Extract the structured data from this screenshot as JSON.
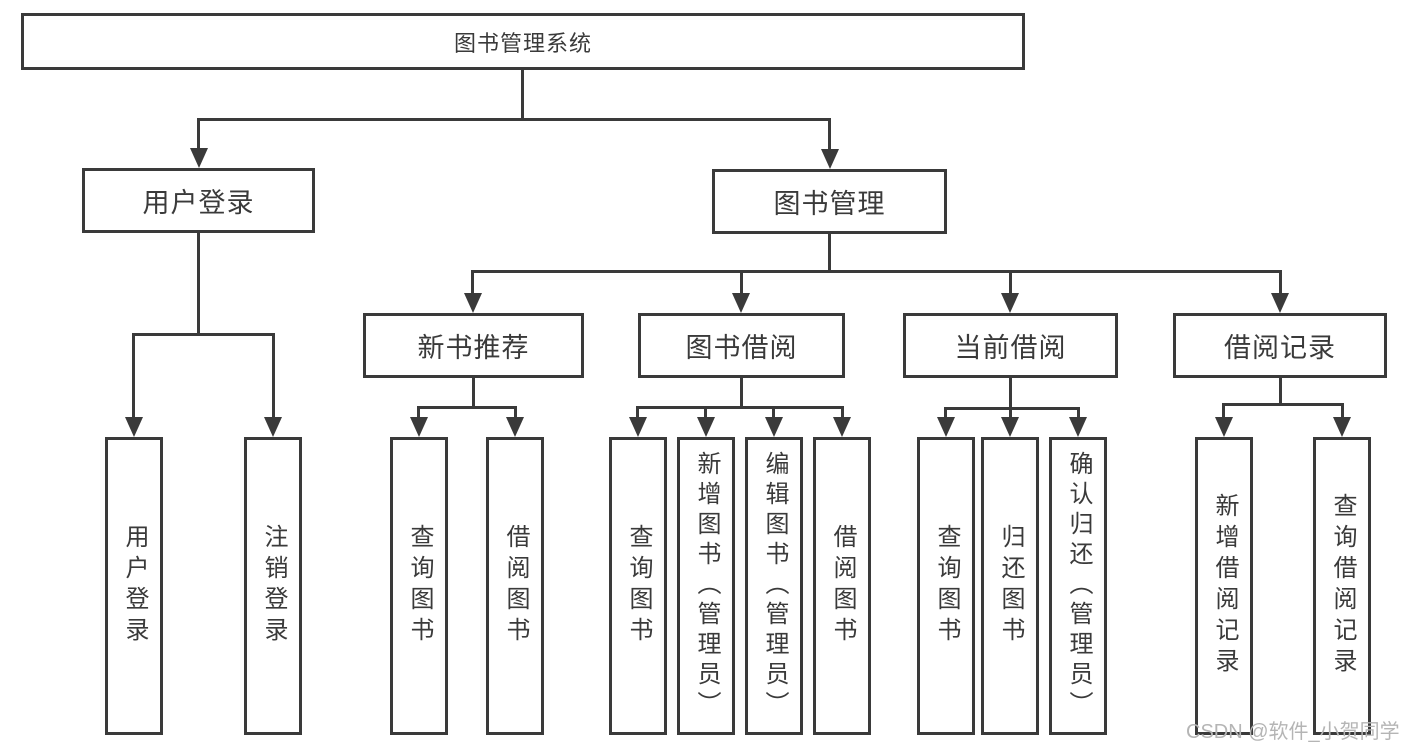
{
  "diagram": {
    "type": "tree",
    "title": "图书管理系统",
    "colors": {
      "line": "#3a3a3a",
      "text": "#3a3a3a",
      "background": "#ffffff",
      "watermark_text_color": "#b5b5b5"
    },
    "nodes": {
      "root": {
        "label": "图书管理系统",
        "level": 1
      },
      "user_login": {
        "label": "用户登录",
        "level": 2
      },
      "book_mgmt": {
        "label": "图书管理",
        "level": 2
      },
      "new_book_rec": {
        "label": "新书推荐",
        "level": 3
      },
      "book_borrow": {
        "label": "图书借阅",
        "level": 3
      },
      "current_borrow": {
        "label": "当前借阅",
        "level": 3
      },
      "borrow_records": {
        "label": "借阅记录",
        "level": 3
      },
      "leaf_user_login": {
        "label": "用户登录",
        "level": 4
      },
      "leaf_logout": {
        "label": "注销登录",
        "level": 4
      },
      "leaf_query_books_1": {
        "label": "查询图书",
        "level": 4
      },
      "leaf_borrow_books_1": {
        "label": "借阅图书",
        "level": 4
      },
      "leaf_query_books_2": {
        "label": "查询图书",
        "level": 4
      },
      "leaf_add_book": {
        "label": "新增图书（管理员）",
        "level": 4
      },
      "leaf_edit_book": {
        "label": "编辑图书（管理员）",
        "level": 4
      },
      "leaf_borrow_books_2": {
        "label": "借阅图书",
        "level": 4
      },
      "leaf_query_books_3": {
        "label": "查询图书",
        "level": 4
      },
      "leaf_return_book": {
        "label": "归还图书",
        "level": 4
      },
      "leaf_confirm_return": {
        "label": "确认归还（管理员）",
        "level": 4
      },
      "leaf_add_borrow_record": {
        "label": "新增借阅记录",
        "level": 4
      },
      "leaf_query_borrow_record": {
        "label": "查询借阅记录",
        "level": 4
      }
    },
    "edges": [
      {
        "from": "root",
        "to": "user_login"
      },
      {
        "from": "root",
        "to": "book_mgmt"
      },
      {
        "from": "user_login",
        "to": "leaf_user_login"
      },
      {
        "from": "user_login",
        "to": "leaf_logout"
      },
      {
        "from": "book_mgmt",
        "to": "new_book_rec"
      },
      {
        "from": "book_mgmt",
        "to": "book_borrow"
      },
      {
        "from": "book_mgmt",
        "to": "current_borrow"
      },
      {
        "from": "book_mgmt",
        "to": "borrow_records"
      },
      {
        "from": "new_book_rec",
        "to": "leaf_query_books_1"
      },
      {
        "from": "new_book_rec",
        "to": "leaf_borrow_books_1"
      },
      {
        "from": "book_borrow",
        "to": "leaf_query_books_2"
      },
      {
        "from": "book_borrow",
        "to": "leaf_add_book"
      },
      {
        "from": "book_borrow",
        "to": "leaf_edit_book"
      },
      {
        "from": "book_borrow",
        "to": "leaf_borrow_books_2"
      },
      {
        "from": "current_borrow",
        "to": "leaf_query_books_3"
      },
      {
        "from": "current_borrow",
        "to": "leaf_return_book"
      },
      {
        "from": "current_borrow",
        "to": "leaf_confirm_return"
      },
      {
        "from": "borrow_records",
        "to": "leaf_add_borrow_record"
      },
      {
        "from": "borrow_records",
        "to": "leaf_query_borrow_record"
      }
    ],
    "watermark": "CSDN @软件_小贺同学"
  }
}
